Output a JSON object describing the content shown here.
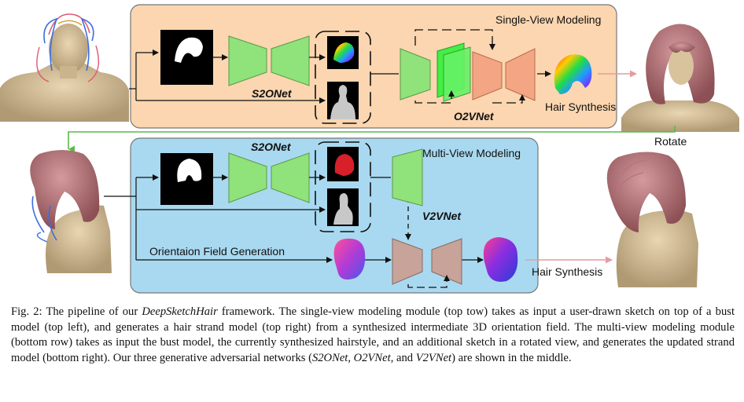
{
  "figure": {
    "top_panel_title": "Single-View Modeling",
    "bottom_panel_title": "Multi-View Modeling",
    "s2onet_label_top": "S2ONet",
    "s2onet_label_bottom": "S2ONet",
    "o2vnet_label": "O2VNet",
    "v2vnet_label": "V2VNet",
    "hair_synthesis_top": "Hair Synthesis",
    "hair_synthesis_bottom": "Hair Synthesis",
    "rotate_label": "Rotate",
    "orientation_label": "Orientaion Field Generation",
    "colors": {
      "single_view_panel": "#fbd6b0",
      "multi_view_panel": "#a9d9f0",
      "encoder_green": "#90e27a",
      "decoder_salmon": "#f3a584",
      "v2v_brown": "#c7a39a",
      "arrow_pink": "#e49ca1",
      "arrow_green": "#5cb84a"
    }
  },
  "caption": {
    "prefix": "Fig. 2: The pipeline of our ",
    "framework_name": "DeepSketchHair",
    "part1": " framework. The single-view modeling module (top tow) takes as input a user-drawn sketch on top of a bust model (top left), and generates a hair strand model (top right) from a synthesized intermediate 3D orientation field. The multi-view modeling module (bottom row) takes as input the bust model, the currently synthesized hairstyle, and an additional sketch in a rotated view, and generates the updated strand model (bottom right). Our three generative adversarial networks (",
    "net1": "S2ONet",
    "sep1": ", ",
    "net2": "O2VNet",
    "sep2": ", and ",
    "net3": "V2VNet",
    "part2": ") are shown in the middle."
  }
}
